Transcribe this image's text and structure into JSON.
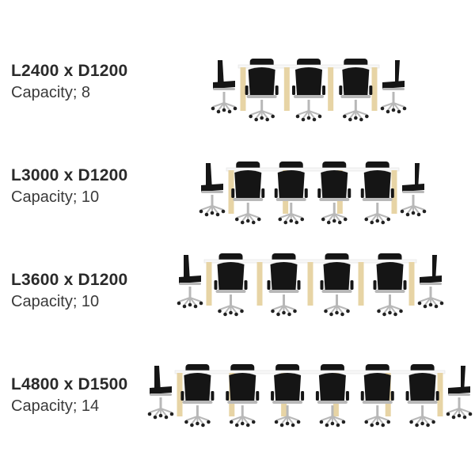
{
  "configurations": [
    {
      "dimensions": "L2400 x D1200",
      "capacity": "Capacity; 8",
      "back_chairs": 3,
      "front_chairs": 3
    },
    {
      "dimensions": "L3000 x D1200",
      "capacity": "Capacity; 10",
      "back_chairs": 4,
      "front_chairs": 4
    },
    {
      "dimensions": "L3600 x D1200",
      "capacity": "Capacity; 10",
      "back_chairs": 4,
      "front_chairs": 4
    },
    {
      "dimensions": "L4800 x D1500",
      "capacity": "Capacity; 14",
      "back_chairs": 6,
      "front_chairs": 6
    }
  ],
  "colors": {
    "chair": "#151515",
    "chrome": "#b8b8b8",
    "leg": "#e7d4a5",
    "table_top": "#f7f7f7"
  }
}
